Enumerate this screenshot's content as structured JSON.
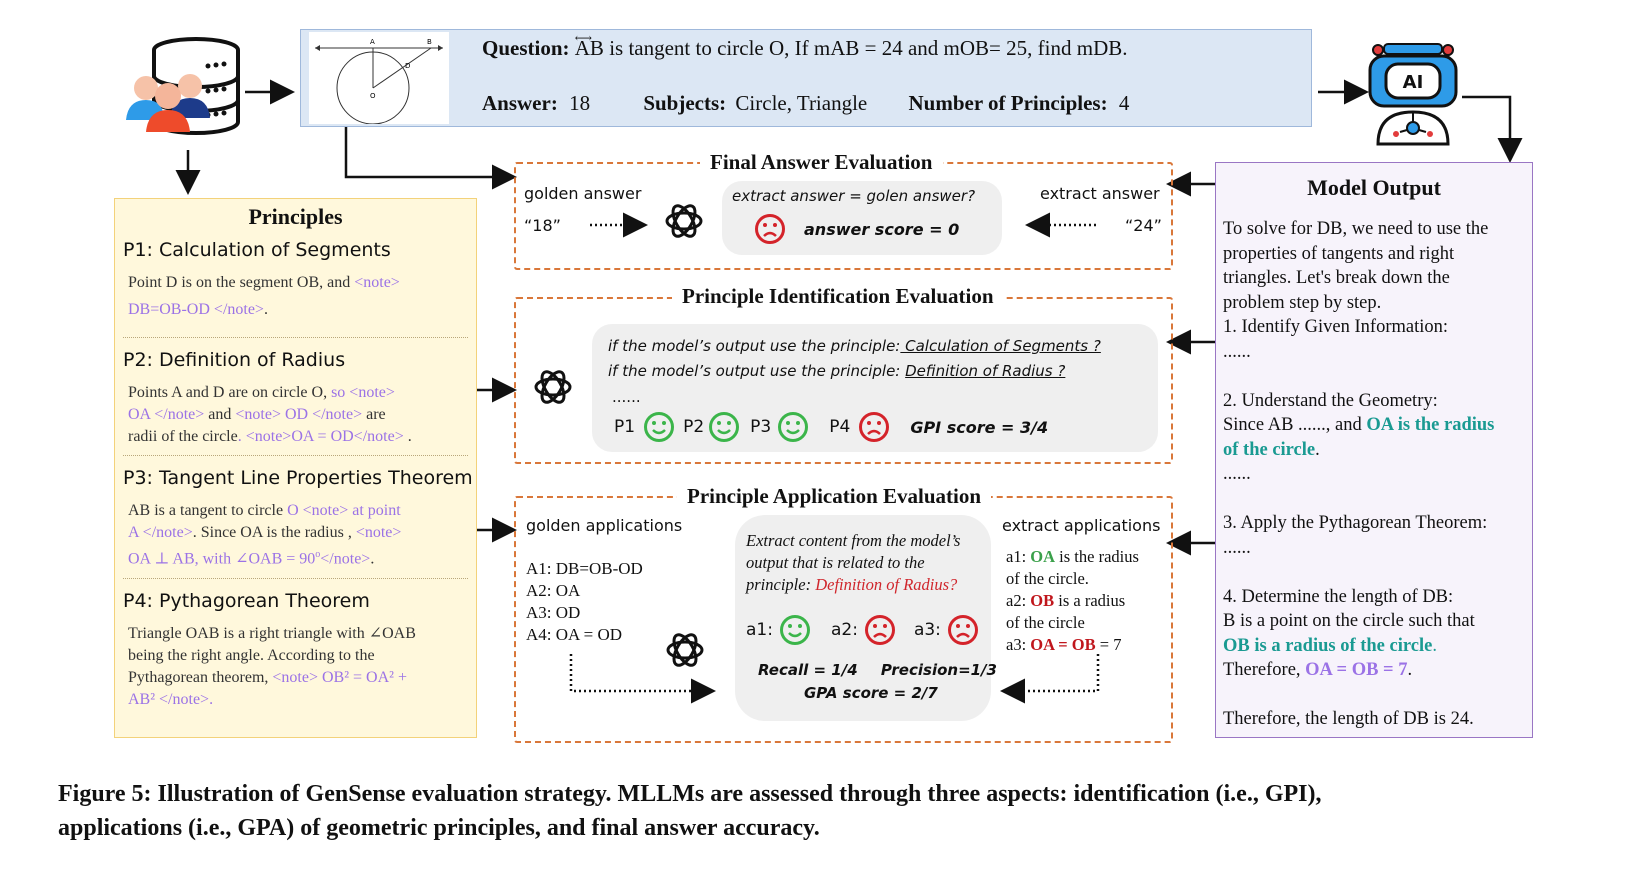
{
  "colors": {
    "accent_purple": "#9b72e6",
    "teal": "#1a9a92",
    "orange_dash": "#d9773a",
    "happy": "#3bb54a",
    "sad": "#d4232a",
    "question_bg": "#dce7f4",
    "principles_bg": "#fff8dc",
    "model_bg": "#f7f3fb"
  },
  "question": {
    "q_label": "Question:",
    "q_text_pre": "",
    "q_line": "AB",
    "q_text": "is tangent to circle O, If mAB = 24 and mOB= 25,  find mDB.",
    "answer_label": "Answer:",
    "answer_value": "18",
    "subjects_label": "Subjects:",
    "subjects_value": "Circle, Triangle",
    "num_label": "Number of Principles:",
    "num_value": "4",
    "diagram_labels": {
      "A": "A",
      "B": "B",
      "D": "D",
      "O": "O"
    }
  },
  "ai_icon_label": "AI",
  "final": {
    "title": "Final Answer Evaluation",
    "golden_label": "golden answer",
    "golden_value": "“18”",
    "extract_label": "extract answer",
    "extract_value": "“24”",
    "question": "extract answer = golen answer?",
    "score": "answer score = 0"
  },
  "identification": {
    "title": "Principle Identification Evaluation",
    "line1_pre": "if the model’s output use the principle:",
    "line1_link": " Calculation of Segments ?",
    "line2_pre": "if the model’s output use the principle: ",
    "line2_link": "Definition of Radius ?",
    "ellipsis": "......",
    "p1": "P1",
    "p2": "P2",
    "p3": "P3",
    "p4": "P4",
    "score": "GPI score = 3/4"
  },
  "application": {
    "title": "Principle Application Evaluation",
    "golden_label": "golden applications",
    "golden_items": [
      "A1: DB=OB-OD",
      "A2: OA",
      "A3: OD",
      "A4: OA = OD"
    ],
    "extract_label": "extract applications",
    "prompt1": "Extract content from the model’s",
    "prompt2": "output that is related to the",
    "prompt3_pre": "principle: ",
    "prompt3_red": "Definition of Radius?",
    "a1": "a1:",
    "a2": "a2:",
    "a3": "a3:",
    "recall": "Recall = 1/4",
    "precision": "Precision=1/3",
    "score": "GPA score =  2/7",
    "e_a1_label": "a1: ",
    "e_a1_hl": "OA",
    "e_a1_rest": " is the radius",
    "e_a1_line2": "of  the circle.",
    "e_a2_label": "a2: ",
    "e_a2_hl": "OB",
    "e_a2_rest": " is a radius",
    "e_a2_line2": "of the circle",
    "e_a3_label": "a3: ",
    "e_a3_hl": "OA = OB",
    "e_a3_rest": " = 7"
  },
  "principles": {
    "title": "Principles",
    "p1_title": "P1: Calculation of Segments",
    "p1_a": "Point D is on the segment OB, and ",
    "p1_b": "<note>",
    "p1_c": "DB=OB-OD </note>",
    "p1_d": ".",
    "p2_title": "P2: Definition of Radius",
    "p2_l1a": "Points A and D are on circle O, ",
    "p2_l1b": "so <note>",
    "p2_l2a": "OA </note>",
    "p2_l2b": "  and ",
    "p2_l2c": "<note> OD </note>",
    "p2_l2d": " are",
    "p2_l3a": "radii of the circle",
    "p2_l3b": ".  <note>OA = OD</note>",
    "p2_l3c": " .",
    "p3_title": "P3: Tangent Line Properties Theorem",
    "p3_l1a": "AB is a tangent to circle ",
    "p3_l1b": "O <note> at point",
    "p3_l2a": "A </note>",
    "p3_l2b": ".  Since OA is the radius , ",
    "p3_l2c": "<note>",
    "p3_l3a": "OA ⊥ AB, with ∠OAB = 90",
    "p3_l3sup": "o",
    "p3_l3b": "</note>",
    "p3_l3c": ".",
    "p4_title": "P4: Pythagorean Theorem",
    "p4_l1": "Triangle OAB is a right triangle with ∠OAB",
    "p4_l2": "being the right angle. According to the",
    "p4_l3a": "Pythagorean theorem, ",
    "p4_l3b": "<note> OB² = OA² +",
    "p4_l4": "AB² </note>",
    "p4_l4b": "."
  },
  "model": {
    "title": "Model Output",
    "l1": "To solve for DB, we need to use the",
    "l2": "properties of tangents and right",
    "l3": "triangles. Let's break down the",
    "l4": "problem step by step.",
    "l5": "1. Identify Given Information:",
    "l6": " ......",
    "l7": "2. Understand the Geometry:",
    "l8a": "Since AB ......, and ",
    "l8b": "OA is the radius",
    "l9": "of  the circle",
    "l9b": ".",
    "l10": " ......",
    "l11": "3. Apply the Pythagorean Theorem:",
    "l12": "......",
    "l13": "4. Determine the length of DB:",
    "l14": " B is a point on the circle such that",
    "l15a": "OB is a radius of the circle",
    "l15b": ".",
    "l16a": "Therefore, ",
    "l16b": "OA = OB = 7",
    "l16c": ".",
    "l17": "Therefore, the length of DB is 24."
  },
  "caption": {
    "line1": "Figure 5: Illustration of GenSense evaluation strategy. MLLMs are assessed through three aspects: identification (i.e., GPI),",
    "line2": "applications (i.e., GPA) of geometric principles, and final answer accuracy."
  }
}
